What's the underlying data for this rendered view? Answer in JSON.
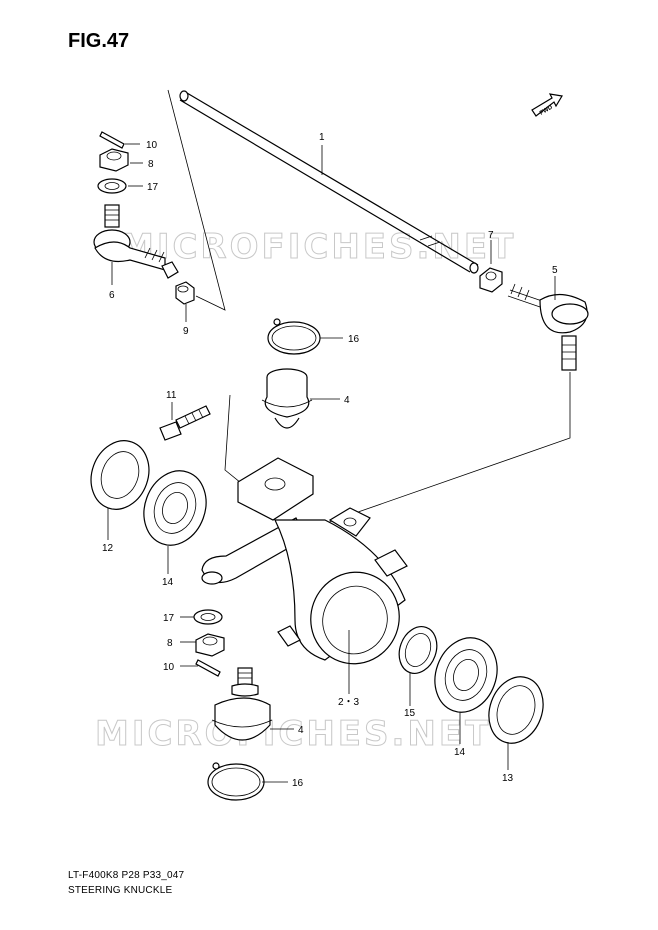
{
  "figure_title": "FIG.47",
  "footer": {
    "code": "LT-F400K8 P28 P33_047",
    "name": "STEERING KNUCKLE"
  },
  "watermark": "MICROFICHES.NET",
  "fwd_badge": "FWD",
  "callouts": {
    "c1": "1",
    "c4a": "4",
    "c4b": "4",
    "c5": "5",
    "c6": "6",
    "c7": "7",
    "c8a": "8",
    "c8b": "8",
    "c9": "9",
    "c10a": "10",
    "c10b": "10",
    "c11": "11",
    "c12": "12",
    "c13": "13",
    "c14a": "14",
    "c14b": "14",
    "c15": "15",
    "c16a": "16",
    "c16b": "16",
    "c17a": "17",
    "c17b": "17",
    "c23": "2・3"
  }
}
